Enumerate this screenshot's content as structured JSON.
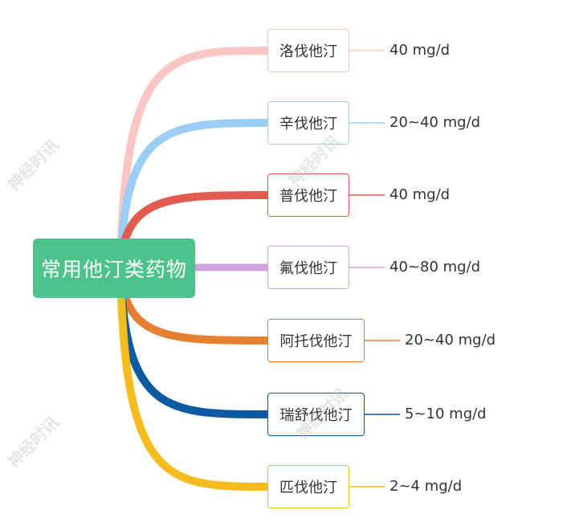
{
  "root": {
    "label": "常用他汀类药物",
    "color": "#4cc38a"
  },
  "branches": [
    {
      "drug": "洛伐他汀",
      "dose": "40 mg/d",
      "color": "#f9c6c4"
    },
    {
      "drug": "辛伐他汀",
      "dose": "20~40 mg/d",
      "color": "#9ccdf6"
    },
    {
      "drug": "普伐他汀",
      "dose": "40 mg/d",
      "color": "#e35a4e"
    },
    {
      "drug": "氟伐他汀",
      "dose": "40~80 mg/d",
      "color": "#d1a3e3"
    },
    {
      "drug": "阿托伐他汀",
      "dose": "20~40 mg/d",
      "color": "#e58030"
    },
    {
      "drug": "瑞舒伐他汀",
      "dose": "5~10 mg/d",
      "color": "#0d5aa3"
    },
    {
      "drug": "匹伐他汀",
      "dose": "2~4 mg/d",
      "color": "#f6bb1f"
    }
  ],
  "watermark": "神经时讯"
}
